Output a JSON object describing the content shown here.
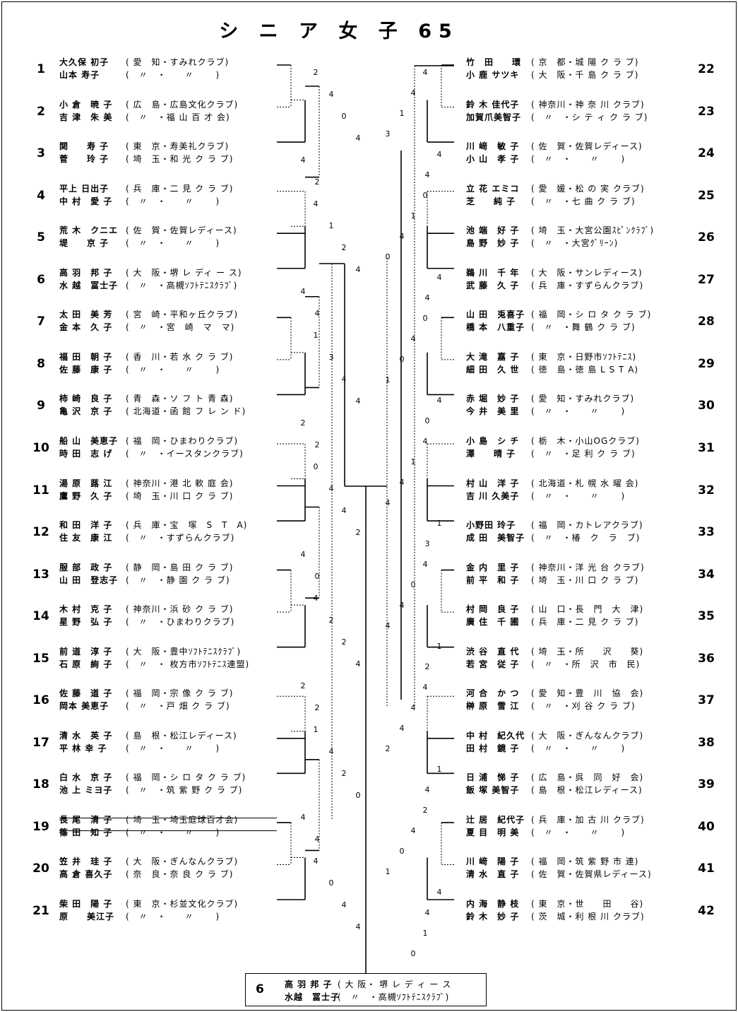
{
  "title": "シ ニ ア 女 子 65",
  "left": [
    {
      "seed": "1",
      "p": [
        {
          "name": "大久保 初子",
          "club": "( 愛　知・すみれクラブ)"
        },
        {
          "name": "山本 寿子",
          "club": "(　〃　・　　〃　　 )"
        }
      ]
    },
    {
      "seed": "2",
      "p": [
        {
          "name": "小 倉　暁 子",
          "club": "( 広　島・広島文化クラブ)"
        },
        {
          "name": "吉 津　朱 美",
          "club": "(　〃　・福 山 百 才 会)"
        }
      ]
    },
    {
      "seed": "3",
      "p": [
        {
          "name": "関　　寿 子",
          "club": "( 東　京・寿美礼クラブ)"
        },
        {
          "name": "菅　　玲 子",
          "club": "( 埼　玉・和 光 ク ラ ブ)"
        }
      ]
    },
    {
      "seed": "4",
      "p": [
        {
          "name": "平上 日出子",
          "club": "( 兵　庫・二 見 ク ラ ブ)"
        },
        {
          "name": "中 村　愛 子",
          "club": "(　〃　・　　〃　　 )"
        }
      ]
    },
    {
      "seed": "5",
      "p": [
        {
          "name": "荒 木　クニエ",
          "club": "( 佐　賀・佐賀レディース)"
        },
        {
          "name": "堤　　京 子",
          "club": "(　〃　・　　〃　　 )"
        }
      ]
    },
    {
      "seed": "6",
      "p": [
        {
          "name": "高 羽　邦 子",
          "club": "( 大　阪・堺 レ ディ ー ス)"
        },
        {
          "name": "水 越　冨士子",
          "club": "(　〃　・高槻ｿﾌﾄﾃﾆｽｸﾗﾌﾞ)"
        }
      ]
    },
    {
      "seed": "7",
      "p": [
        {
          "name": "太 田　美 芳",
          "club": "( 宮　崎・平和ヶ丘クラブ)"
        },
        {
          "name": "金 本　久 子",
          "club": "(　〃　・宮　崎　マ　マ)"
        }
      ]
    },
    {
      "seed": "8",
      "p": [
        {
          "name": "福 田　朝 子",
          "club": "( 香　川・若 水 ク ラ ブ)"
        },
        {
          "name": "佐 藤　康 子",
          "club": "(　〃　・　　〃　　 )"
        }
      ]
    },
    {
      "seed": "9",
      "p": [
        {
          "name": "柿 崎　良 子",
          "club": "( 青　森・ソ フ ト 青 森)"
        },
        {
          "name": "亀 沢　京 子",
          "club": "( 北海道・函 館 フ レ ン ド)"
        }
      ]
    },
    {
      "seed": "10",
      "p": [
        {
          "name": "船 山　美恵子",
          "club": "( 福　岡・ひまわりクラブ)"
        },
        {
          "name": "時 田　志 げ",
          "club": "(　〃　・イースタンクラブ)"
        }
      ]
    },
    {
      "seed": "11",
      "p": [
        {
          "name": "湯 原　蕗 江",
          "club": "( 神奈川・港 北 軟 庭 会)"
        },
        {
          "name": "鷹 野　久 子",
          "club": "( 埼　玉・川 口 ク ラ ブ)"
        }
      ]
    },
    {
      "seed": "12",
      "p": [
        {
          "name": "和 田　洋 子",
          "club": "( 兵　庫・宝　塚　S　T　A)"
        },
        {
          "name": "住 友　康 江",
          "club": "(　〃　・すずらんクラブ)"
        }
      ]
    },
    {
      "seed": "13",
      "p": [
        {
          "name": "服 部　政 子",
          "club": "( 静　岡・島 田 ク ラ ブ)"
        },
        {
          "name": "山 田　登志子",
          "club": "(　〃　・静 園 ク ラ ブ)"
        }
      ]
    },
    {
      "seed": "14",
      "p": [
        {
          "name": "木 村　克 子",
          "club": "( 神奈川・浜 砂 ク ラ ブ)"
        },
        {
          "name": "星 野　弘 子",
          "club": "(　〃　・ひまわりクラブ)"
        }
      ]
    },
    {
      "seed": "15",
      "p": [
        {
          "name": "前 道　淳 子",
          "club": "( 大　阪・豊中ｿﾌﾄﾃﾆｽｸﾗﾌﾞ)"
        },
        {
          "name": "石 原　絢 子",
          "club": "(　〃　・ 枚方市ｿﾌﾄﾃﾆｽ連盟)"
        }
      ]
    },
    {
      "seed": "16",
      "p": [
        {
          "name": "佐 藤　道 子",
          "club": "( 福　岡・宗 像 ク ラ ブ)"
        },
        {
          "name": "岡本 美恵子",
          "club": "(　〃　・戸 畑 ク ラ ブ)"
        }
      ]
    },
    {
      "seed": "17",
      "p": [
        {
          "name": "清 水　英 子",
          "club": "( 島　根・松江レディース)"
        },
        {
          "name": "平 林 幸 子",
          "club": "(　〃　・　　〃　　 )"
        }
      ]
    },
    {
      "seed": "18",
      "p": [
        {
          "name": "白 水　京 子",
          "club": "( 福　岡・シ ロ タ ク ラ ブ)"
        },
        {
          "name": "池 上 ミヨ子",
          "club": "(　〃　・筑 紫 野 ク ラ ブ)"
        }
      ]
    },
    {
      "seed": "19",
      "p": [
        {
          "name": "長 尾　清 子",
          "club": "( 埼　玉・埼玉庭球百才会)"
        },
        {
          "name": "篠 田　知 子",
          "club": "(　〃　・　　〃　　 )"
        }
      ]
    },
    {
      "seed": "20",
      "p": [
        {
          "name": "笠 井　珪 子",
          "club": "( 大　阪・ぎんなんクラブ)"
        },
        {
          "name": "高 倉 喜久子",
          "club": "( 奈　良・奈 良 ク ラ ブ)"
        }
      ]
    },
    {
      "seed": "21",
      "p": [
        {
          "name": "柴 田　陽 子",
          "club": "( 東　京・杉並文化クラブ)"
        },
        {
          "name": "原　　美江子",
          "club": "(　〃　・　　〃　　 )"
        }
      ]
    }
  ],
  "right": [
    {
      "seed": "22",
      "p": [
        {
          "name": "竹　田　　環",
          "club": "( 京　都・城 陽 ク ラ ブ)"
        },
        {
          "name": "小 鹿 サツキ",
          "club": "( 大　阪・千 島 ク ラ ブ)"
        }
      ]
    },
    {
      "seed": "23",
      "p": [
        {
          "name": "鈴 木 佳代子",
          "club": "( 神奈川・神 奈 川 クラブ)"
        },
        {
          "name": "加賀爪美智子",
          "club": "(　〃　・シ テ ィ ク ラ ブ)"
        }
      ]
    },
    {
      "seed": "24",
      "p": [
        {
          "name": "川 﨑　敏 子",
          "club": "( 佐　賀・佐賀レディース)"
        },
        {
          "name": "小 山　孝 子",
          "club": "(　〃　・　　〃　　 )"
        }
      ]
    },
    {
      "seed": "25",
      "p": [
        {
          "name": "立 花 エミコ",
          "club": "( 愛　媛・松 の 実 クラブ)"
        },
        {
          "name": "芝　　純 子",
          "club": "(　〃　・七 曲 ク ラ ブ)"
        }
      ]
    },
    {
      "seed": "26",
      "p": [
        {
          "name": "池 端　好 子",
          "club": "( 埼　玉・大宮公園ｽﾋﾟﾝｸﾗﾌﾞ)"
        },
        {
          "name": "島 野　妙 子",
          "club": "(　〃　・大宮ｸﾞﾘｰﾝ)"
        }
      ]
    },
    {
      "seed": "27",
      "p": [
        {
          "name": "鵜 川　千 年",
          "club": "( 大　阪・サンレディース)"
        },
        {
          "name": "武 藤　久 子",
          "club": "( 兵　庫・すずらんクラブ)"
        }
      ]
    },
    {
      "seed": "28",
      "p": [
        {
          "name": "山 田　兎喜子",
          "club": "( 福　岡・シ ロ タ ク ラ ブ)"
        },
        {
          "name": "橋 本　八重子",
          "club": "(　〃　・舞 鶴 ク ラ ブ)"
        }
      ]
    },
    {
      "seed": "29",
      "p": [
        {
          "name": "大 滝　嘉 子",
          "club": "( 東　京・日野市ｿﾌﾄﾃﾆｽ)"
        },
        {
          "name": "細 田　久 世",
          "club": "( 徳　島・徳 島 L S T A)"
        }
      ]
    },
    {
      "seed": "30",
      "p": [
        {
          "name": "赤 堀　妙 子",
          "club": "( 愛　知・すみれクラブ)"
        },
        {
          "name": "今 井　美 里",
          "club": "(　〃　・　　〃　　 )"
        }
      ]
    },
    {
      "seed": "31",
      "p": [
        {
          "name": "小 島　シ チ",
          "club": "( 栃　木・小山OGクラブ)"
        },
        {
          "name": "澤　　晴 子",
          "club": "(　〃　・足 利 ク ラ ブ)"
        }
      ]
    },
    {
      "seed": "32",
      "p": [
        {
          "name": "村 山　洋 子",
          "club": "( 北海道・札 幌 水 曜 会)"
        },
        {
          "name": "吉 川 久美子",
          "club": "(　〃　・　　〃　　 )"
        }
      ]
    },
    {
      "seed": "33",
      "p": [
        {
          "name": "小野田 玲子",
          "club": "( 福　岡・カトレアクラブ)"
        },
        {
          "name": "成 田　美智子",
          "club": "(　〃　・椿　ク　ラ　ブ)"
        }
      ]
    },
    {
      "seed": "34",
      "p": [
        {
          "name": "金 内　里 子",
          "club": "( 神奈川・洋 光 台 クラブ)"
        },
        {
          "name": "前 平　和 子",
          "club": "( 埼　玉・川 口 ク ラ ブ)"
        }
      ]
    },
    {
      "seed": "35",
      "p": [
        {
          "name": "村 岡　良 子",
          "club": "( 山　口・長　門　大　津)"
        },
        {
          "name": "廣 住　千 圃",
          "club": "( 兵　庫・二 見 ク ラ ブ)"
        }
      ]
    },
    {
      "seed": "36",
      "p": [
        {
          "name": "渋 谷　直 代",
          "club": "( 埼　玉・所　　沢　　葵)"
        },
        {
          "name": "若 宮　従 子",
          "club": "(　〃　・所　沢　市　民)"
        }
      ]
    },
    {
      "seed": "37",
      "p": [
        {
          "name": "河 合　か つ",
          "club": "( 愛　知・豊　川　協　会)"
        },
        {
          "name": "榊 原　雪 江",
          "club": "(　〃　・刈 谷 ク ラ ブ)"
        }
      ]
    },
    {
      "seed": "38",
      "p": [
        {
          "name": "中 村　紀久代",
          "club": "( 大　阪・ぎんなんクラブ)"
        },
        {
          "name": "田 村　鏡 子",
          "club": "(　〃　・　　〃　　 )"
        }
      ]
    },
    {
      "seed": "39",
      "p": [
        {
          "name": "日 浦　悌 子",
          "club": "( 広　島・呉　同　好　会)"
        },
        {
          "name": "飯 塚 美智子",
          "club": "( 島　根・松江レディース)"
        }
      ]
    },
    {
      "seed": "40",
      "p": [
        {
          "name": "辻 居　紀代子",
          "club": "( 兵　庫・加 古 川 クラブ)"
        },
        {
          "name": "夏 目　明 美",
          "club": "(　〃　・　　〃　　 )"
        }
      ]
    },
    {
      "seed": "41",
      "p": [
        {
          "name": "川 﨑　陽 子",
          "club": "( 福　岡・筑 紫 野 市 連)"
        },
        {
          "name": "清 水　直 子",
          "club": "( 佐　賀・佐賀県レディース)"
        }
      ]
    },
    {
      "seed": "42",
      "p": [
        {
          "name": "内 海　静 枝",
          "club": "( 東　京・世　　田　　谷)"
        },
        {
          "name": "鈴 木　妙 子",
          "club": "( 茨　城・利 根 川 クラブ)"
        }
      ]
    }
  ],
  "scores_left": [
    "2",
    "4",
    "0",
    "4",
    "4",
    "2",
    "4",
    "1",
    "2",
    "4",
    "4",
    "4",
    "1",
    "3",
    "4",
    "4",
    "2",
    "2",
    "0",
    "4",
    "4",
    "2",
    "4",
    "0",
    "4",
    "2",
    "2",
    "4",
    "2",
    "2",
    "1",
    "4",
    "2",
    "0",
    "4",
    "4",
    "4",
    "0",
    "4",
    "4"
  ],
  "scores_right": [
    "4",
    "4",
    "1",
    "3",
    "4",
    "4",
    "0",
    "1",
    "4",
    "0",
    "4",
    "4",
    "0",
    "4",
    "0",
    "1",
    "4",
    "0",
    "4",
    "1",
    "4",
    "4",
    "1",
    "3",
    "4",
    "0",
    "4",
    "4",
    "1",
    "2",
    "4",
    "4",
    "4",
    "2",
    "1",
    "4",
    "2",
    "4",
    "0",
    "1",
    "4",
    "4",
    "1",
    "0"
  ],
  "champion": {
    "seed": "6",
    "name1": "高 羽 邦 子",
    "club1": "( 大 阪・ 堺 レ デ ィ ー ス",
    "name2": "水越　冨士子",
    "club2": "(　〃　・高槻ｿﾌﾄﾃﾆｽｸﾗﾌﾞ)"
  }
}
